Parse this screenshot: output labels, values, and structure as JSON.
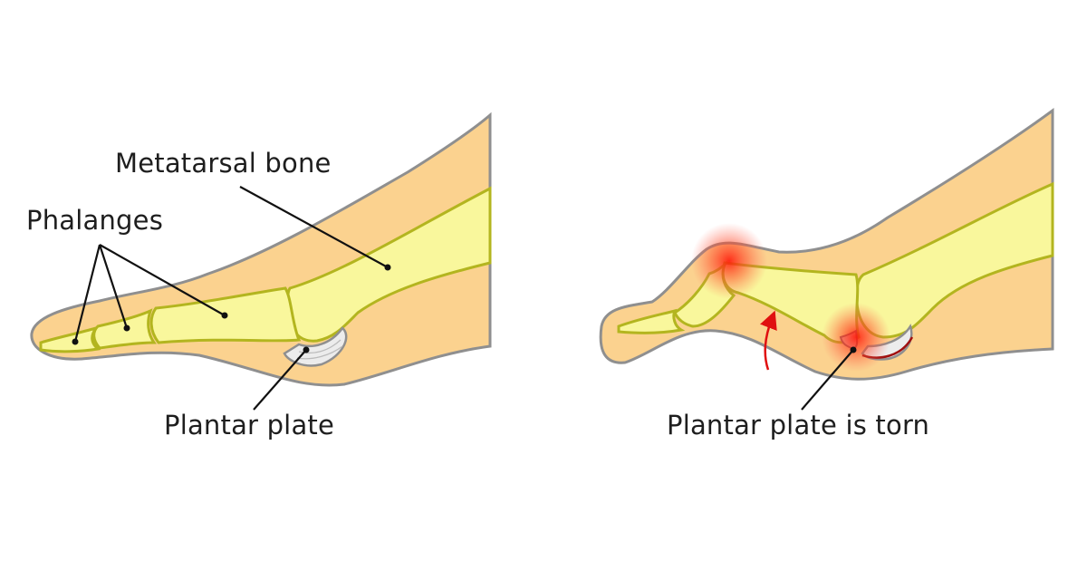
{
  "labels": {
    "metatarsal": "Metatarsal bone",
    "phalanges": "Phalanges",
    "plantar_plate": "Plantar plate",
    "plantar_plate_torn": "Plantar plate is torn"
  },
  "colors": {
    "skin": "#fbd28f",
    "skin_outline": "#8f8f8f",
    "bone": "#f9f79c",
    "bone_outline": "#b3b51f",
    "plate": "#eeeeee",
    "inflammation": "#ff2a1a",
    "arrow": "#e01010"
  }
}
